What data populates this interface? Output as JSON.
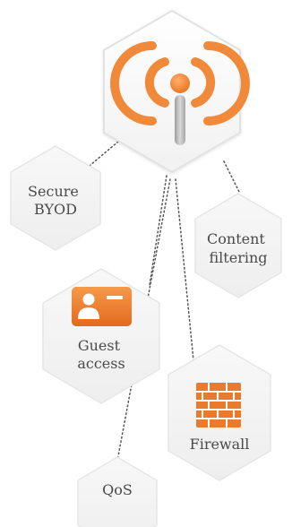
{
  "diagram": {
    "hub": {
      "icon": "wifi-broadcast-icon",
      "accent_color": "#f08a3a"
    },
    "nodes": [
      {
        "id": "secure-byod",
        "lines": [
          "Secure",
          "BYOD"
        ]
      },
      {
        "id": "content-filtering",
        "lines": [
          "Content",
          "filtering"
        ]
      },
      {
        "id": "guest-access",
        "lines": [
          "Guest",
          "access"
        ],
        "icon": "user-card-icon"
      },
      {
        "id": "firewall",
        "lines": [
          "Firewall"
        ],
        "icon": "brick-wall-icon"
      },
      {
        "id": "qos",
        "lines": [
          "QoS"
        ]
      }
    ],
    "colors": {
      "hex_fill": "#f3f3f3",
      "hex_stroke": "#e6e6e6",
      "connector": "#555555",
      "text": "#4a4a4a",
      "orange": "#f08a3a",
      "orange_dark": "#d9651c",
      "antenna_gray": "#b8b8b8"
    }
  }
}
